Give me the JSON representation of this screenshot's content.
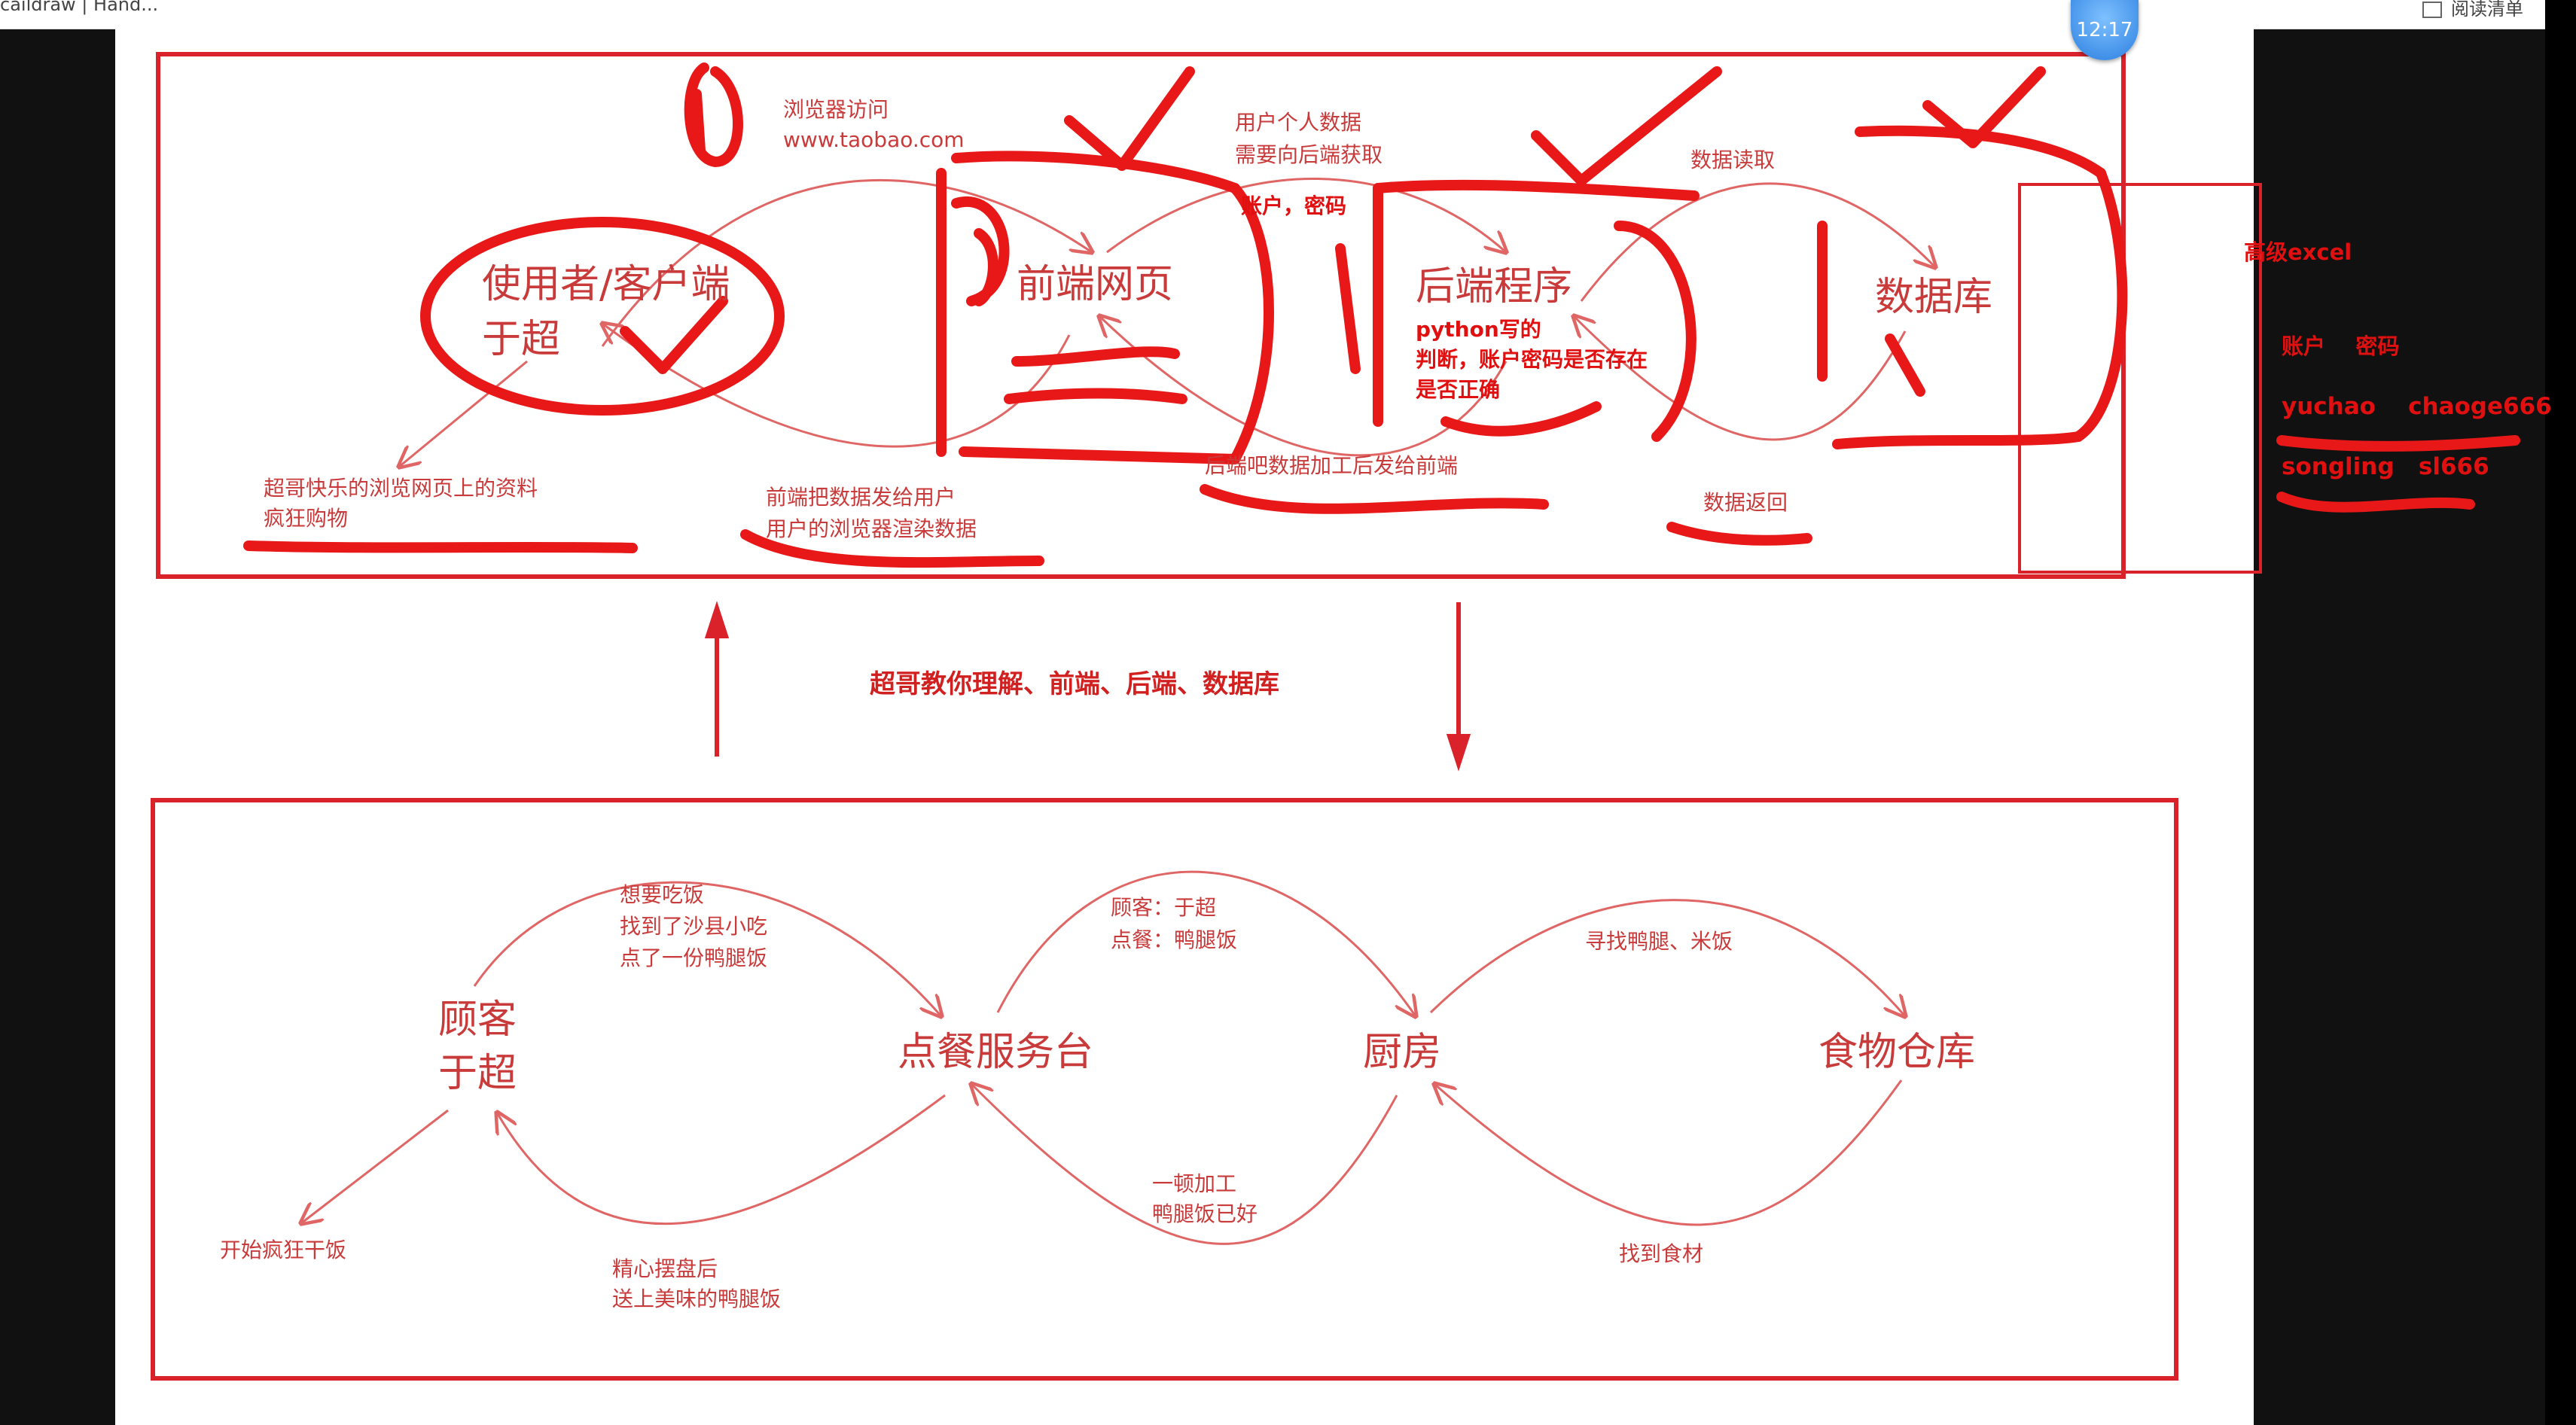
{
  "window": {
    "tab_title": "caildraw | Hand...",
    "reading_list": "阅读清单",
    "clock": "12:17"
  },
  "top": {
    "client": [
      "使用者/客户端",
      "于超"
    ],
    "frontend": "前端网页",
    "backend": "后端程序",
    "database": "数据库",
    "visit": [
      "浏览器访问",
      "www.taobao.com"
    ],
    "user_data": [
      "用户个人数据",
      "需要向后端获取"
    ],
    "account_pwd": "账户，密码",
    "data_read": "数据读取",
    "python_note": [
      "python写的",
      "判断，账户密码是否存在",
      "是否正确"
    ],
    "shopping": [
      "超哥快乐的浏览网页上的资料",
      "疯狂购物"
    ],
    "render": [
      "前端把数据发给用户",
      "用户的浏览器渲染数据"
    ],
    "process": "后端吧数据加工后发给前端",
    "data_return": "数据返回",
    "excel": "高级excel",
    "excel_header": "账户    密码",
    "excel_row1": "yuchao    chaoge666",
    "excel_row2": "songling   sl666"
  },
  "middle": {
    "caption": "超哥教你理解、前端、后端、数据库"
  },
  "bottom": {
    "customer": [
      "顾客",
      "于超"
    ],
    "counter": "点餐服务台",
    "kitchen": "厨房",
    "warehouse": "食物仓库",
    "want_eat": [
      "想要吃饭",
      "找到了沙县小吃",
      "点了一份鸭腿饭"
    ],
    "order": [
      "顾客：于超",
      "点餐：鸭腿饭"
    ],
    "find_food": "寻找鸭腿、米饭",
    "start_eat": "开始疯狂干饭",
    "served": [
      "精心摆盘后",
      "送上美味的鸭腿饭"
    ],
    "cooked": [
      "一顿加工",
      "鸭腿饭已好"
    ],
    "found": "找到食材"
  },
  "colors": {
    "accent": "#d9222a",
    "stroke": "#e03030",
    "text": "#c93a3a"
  }
}
